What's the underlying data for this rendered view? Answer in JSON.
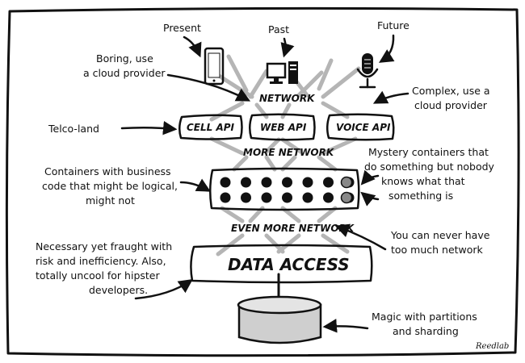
{
  "devices": {
    "present": "Present",
    "past": "Past",
    "future": "Future"
  },
  "layers": {
    "network": "NETWORK",
    "more_network": "MORE NETWORK",
    "even_more_network": "EVEN MORE NETWORK",
    "data_access": "DATA ACCESS"
  },
  "apis": {
    "cell": "CELL API",
    "web": "WEB API",
    "voice": "VOICE API"
  },
  "notes": {
    "boring": [
      "Boring, use",
      "a cloud provider"
    ],
    "complex": [
      "Complex, use a",
      "cloud provider"
    ],
    "telco": [
      "Telco-land"
    ],
    "containers": [
      "Containers with business",
      "code that might be logical,",
      "might not"
    ],
    "mystery": [
      "Mystery containers that",
      "do something but nobody",
      "knows what that",
      "something is"
    ],
    "never_enough": [
      "You can never have",
      "too much network"
    ],
    "data_access": [
      "Necessary yet fraught with",
      "risk and inefficiency. Also,",
      "totally uncool for hipster",
      "developers."
    ],
    "magic": [
      "Magic with partitions",
      "and sharding"
    ]
  },
  "signature": "Reedlab",
  "colors": {
    "ink": "#111111",
    "grey_container": "#888888",
    "database": "#cfcfcf",
    "wire": "#b5b5b5"
  }
}
